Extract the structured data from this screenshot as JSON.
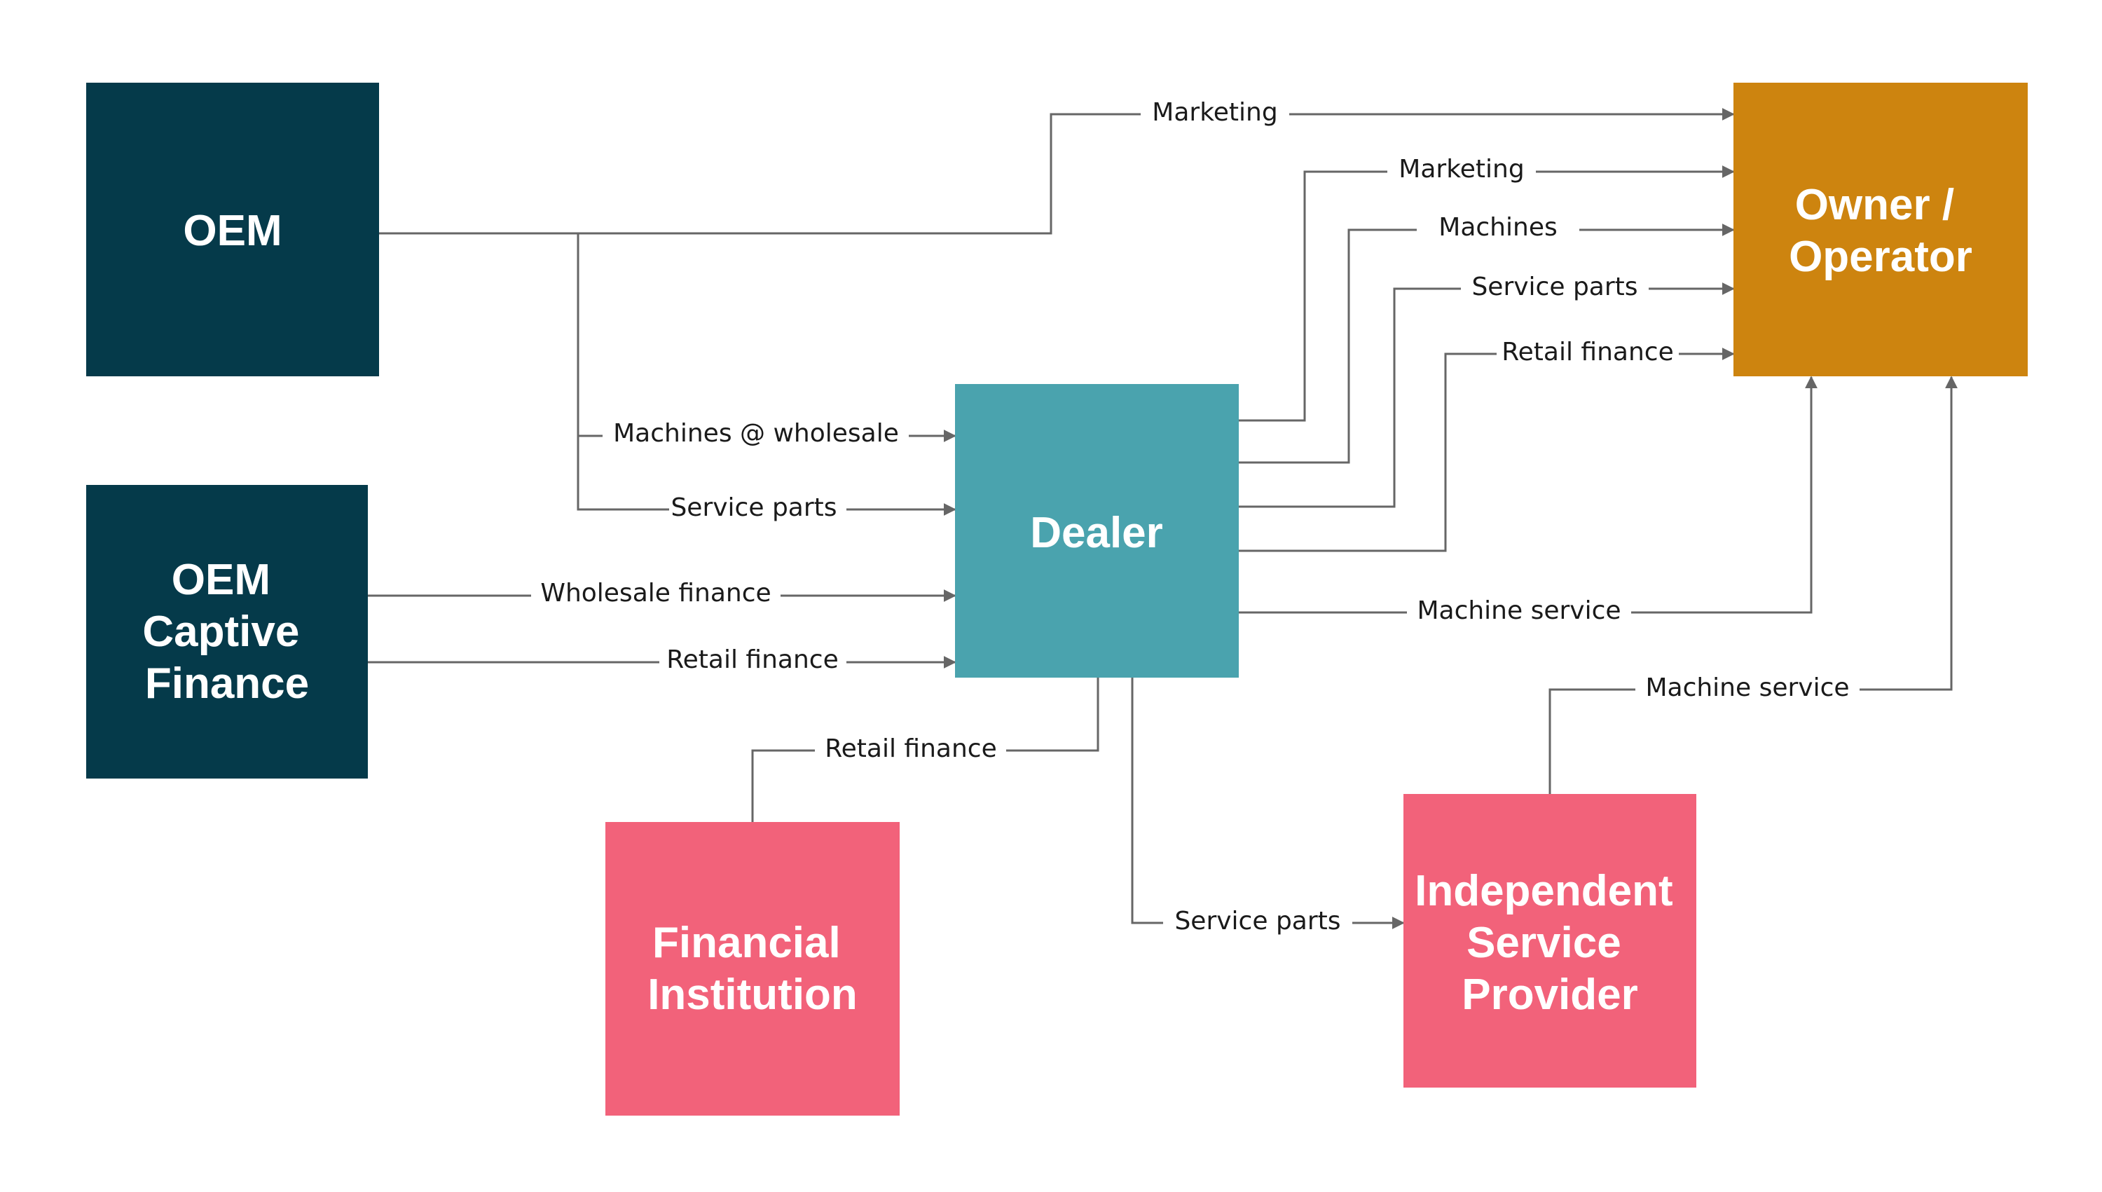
{
  "colors": {
    "navy": "#053a4a",
    "teal": "#4aa3ae",
    "gold": "#cd840f",
    "pink": "#f2627a",
    "line": "#666666"
  },
  "nodes": {
    "oem": {
      "lines": [
        "OEM"
      ]
    },
    "captive": {
      "lines": [
        "OEM",
        "Captive",
        "Finance"
      ]
    },
    "dealer": {
      "lines": [
        "Dealer"
      ]
    },
    "owner": {
      "lines": [
        "Owner /",
        "Operator"
      ]
    },
    "financial": {
      "lines": [
        "Financial",
        "Institution"
      ]
    },
    "isp": {
      "lines": [
        "Independent",
        "Service",
        "Provider"
      ]
    }
  },
  "edges": {
    "oem_marketing": "Marketing",
    "dealer_marketing": "Marketing",
    "dealer_machines": "Machines",
    "dealer_service_parts": "Service parts",
    "dealer_retail_finance": "Retail finance",
    "oem_machines_wholesale": "Machines @ wholesale",
    "oem_service_parts": "Service parts",
    "captive_wholesale_finance": "Wholesale finance",
    "captive_retail_finance": "Retail finance",
    "dealer_machine_service": "Machine service",
    "isp_machine_service": "Machine service",
    "fi_retail_finance": "Retail finance",
    "dealer_isp_service_parts": "Service parts"
  }
}
